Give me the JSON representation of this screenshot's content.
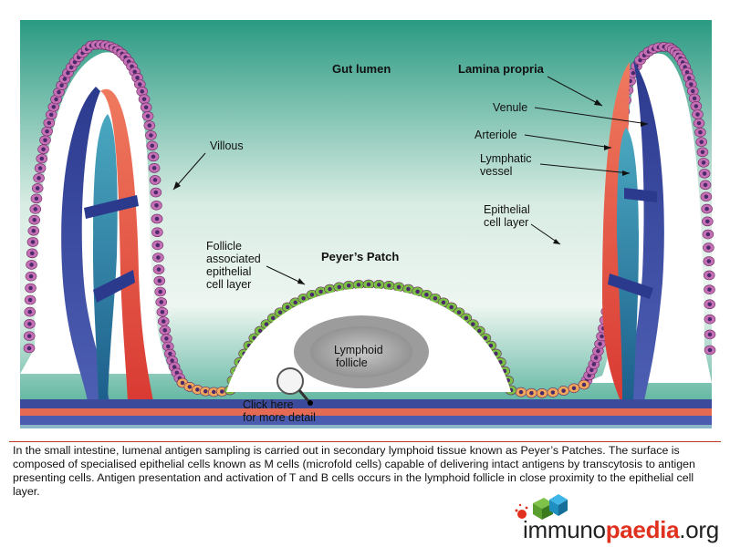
{
  "diagram": {
    "labels": {
      "gut_lumen": "Gut lumen",
      "lamina_propria": "Lamina propria",
      "venule": "Venule",
      "arteriole": "Arteriole",
      "lymphatic_vessel_1": "Lymphatic",
      "lymphatic_vessel_2": "vessel",
      "villous": "Villous",
      "epithelial_1": "Epithelial",
      "epithelial_2": "cell layer",
      "follicle_1": "Follicle",
      "follicle_2": "associated",
      "follicle_3": "epithelial",
      "follicle_4": "cell layer",
      "peyers_patch": "Peyer’s Patch",
      "lymphoid_1": "Lymphoid",
      "lymphoid_2": "follicle",
      "click_1": "Click here",
      "click_2": "for more detail"
    },
    "colors": {
      "lumen_top": "#2a9a82",
      "lumen_mid": "#e6f2ec",
      "artery": "#e5513f",
      "vein": "#2c3a8e",
      "lymph": "#2f8aa8",
      "villus_cell": "#c56fb4",
      "fae_cell": "#7ac043",
      "follicle": "#a8a8a8"
    }
  },
  "caption": "In the small intestine, lumenal antigen sampling is carried out in secondary lymphoid tissue known as Peyer’s Patches. The surface is composed of specialised epithelial cells known as M cells (microfold cells) capable of delivering intact antigens by transcytosis to antigen presenting cells. Antigen presentation and activation of T and B cells occurs in the lymphoid follicle in close proximity to the epithelial cell layer.",
  "logo": {
    "part1": "immuno",
    "part2": "paedia",
    "part3": ".org",
    "icon": "cubes-icon"
  }
}
